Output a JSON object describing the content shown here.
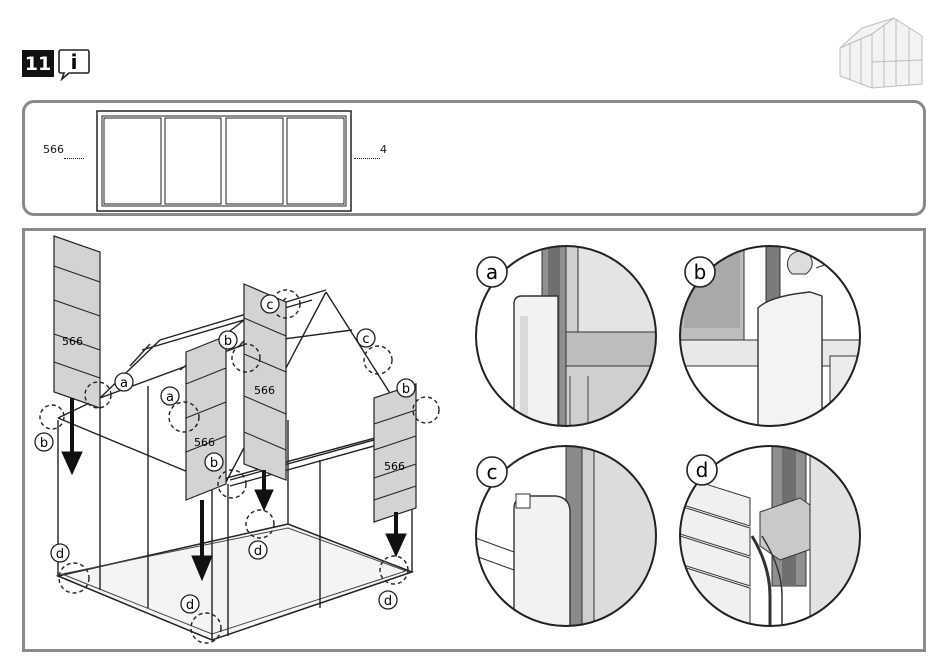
{
  "header": {
    "step_number": "11",
    "info_icon": "info-speech-bubble-icon",
    "thumbnail_icon": "greenhouse-thumbnail-icon"
  },
  "parts": {
    "part_code": "566",
    "quantity": "4"
  },
  "assembly": {
    "panel_labels": [
      "566",
      "566",
      "566",
      "566"
    ],
    "callouts": [
      "a",
      "a",
      "b",
      "b",
      "b",
      "c",
      "c",
      "d",
      "d",
      "d"
    ]
  },
  "details": [
    {
      "label": "a"
    },
    {
      "label": "b"
    },
    {
      "label": "c"
    },
    {
      "label": "d"
    }
  ]
}
